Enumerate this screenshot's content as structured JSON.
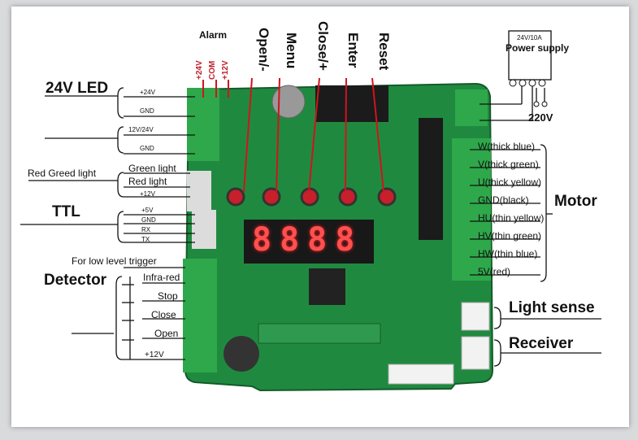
{
  "alarm": {
    "title": "Alarm",
    "pins": [
      "+24V",
      "COM",
      "+12V"
    ]
  },
  "buttons": [
    "Open/-",
    "Menu",
    "Close/+",
    "Enter",
    "Reset"
  ],
  "power_supply": {
    "title": "Power supply",
    "rating": "24V/10A",
    "input": "220V"
  },
  "led_24v": {
    "title": "24V LED",
    "pins": [
      "+24V",
      "GND",
      "12V/24V",
      "GND"
    ]
  },
  "lights": {
    "title": "Red Greed light",
    "green": "Green light",
    "red": "Red light",
    "v12": "+12V"
  },
  "ttl": {
    "title": "TTL",
    "pins": [
      "+5V",
      "GND",
      "RX",
      "TX"
    ]
  },
  "detector": {
    "title": "Detector",
    "note": "For low level trigger",
    "pins": [
      "Infra-red",
      "Stop",
      "Close",
      "Open",
      "+12V"
    ]
  },
  "motor": {
    "title": "Motor",
    "pins": [
      "W(thick blue)",
      "V(thick green)",
      "U(thick yellow)",
      "GND(black)",
      "HU(thin yellow)",
      "HV(thin green)",
      "HW(thin blue)",
      "5V(red)"
    ]
  },
  "light_sense": "Light sense",
  "receiver": "Receiver",
  "display": "8888"
}
